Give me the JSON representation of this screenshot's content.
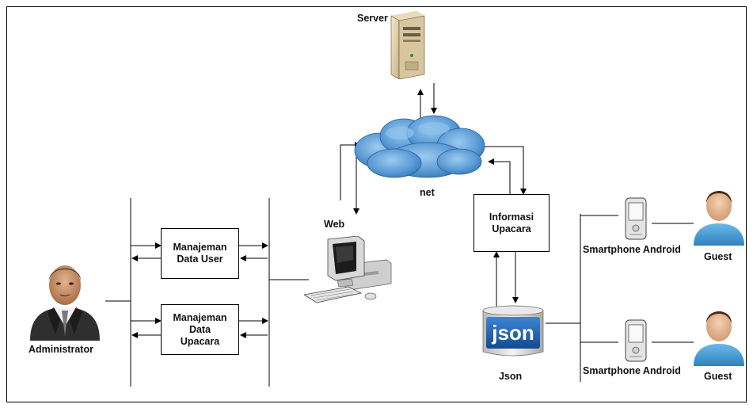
{
  "nodes": {
    "server": "Server",
    "cloud": "net",
    "web": "Web",
    "info_line1": "Informasi",
    "info_line2": "Upacara",
    "json_label": "Json",
    "json_logo_text": "json",
    "admin": "Administrator",
    "mgmt_user_line1": "Manajeman",
    "mgmt_user_line2": "Data User",
    "mgmt_upacara_line1": "Manajeman",
    "mgmt_upacara_line2": "Data",
    "mgmt_upacara_line3": "Upacara",
    "phone_top": "Smartphone Android",
    "phone_bottom": "Smartphone Android",
    "guest_top": "Guest",
    "guest_bottom": "Guest"
  },
  "icons": {
    "server": "server-tower-icon",
    "cloud": "cloud-icon",
    "computer": "desktop-computer-icon",
    "json": "json-logo-icon",
    "phone": "mobile-phone-icon",
    "admin": "businessman-icon",
    "guest": "user-icon"
  },
  "colors": {
    "cloud": "#5b9bd5",
    "json_blue": "#1f5fae",
    "guest_shirt": "#4a9fd6",
    "admin_suit": "#2f2f2f"
  }
}
